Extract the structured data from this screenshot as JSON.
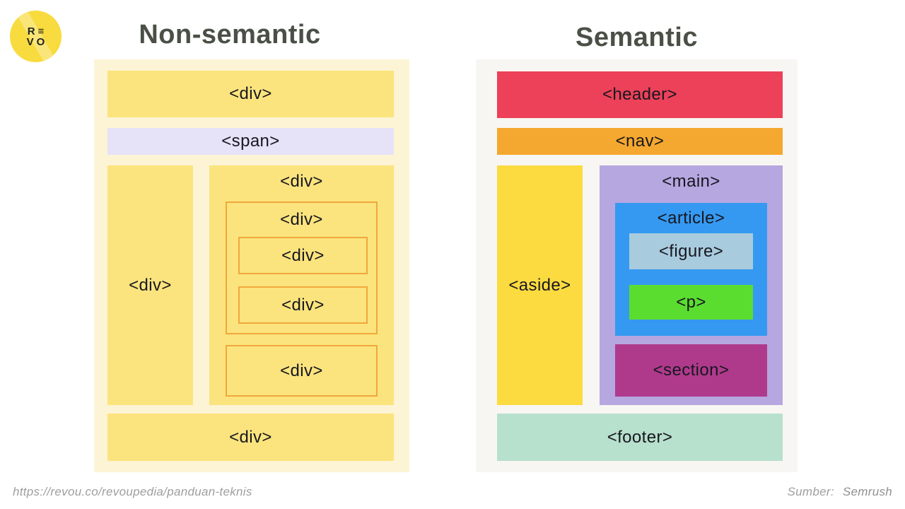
{
  "logo": {
    "row1": "R≡",
    "row2": "VO"
  },
  "titles": {
    "non_semantic": "Non-semantic",
    "semantic": "Semantic"
  },
  "tags": {
    "div": "<div>",
    "span": "<span>",
    "header": "<header>",
    "nav": "<nav>",
    "aside": "<aside>",
    "main": "<main>",
    "article": "<article>",
    "figure": "<figure>",
    "p": "<p>",
    "section": "<section>",
    "footer": "<footer>"
  },
  "colors": {
    "ns_panel_bg": "#FCF4D4",
    "ns_box_yellow": "#FBE47E",
    "ns_span_lavender": "#E6E2F8",
    "ns_outline_orange": "#F1A73C",
    "s_panel_bg": "#F8F6F3",
    "header_red": "#EC4159",
    "nav_orange": "#F5A82F",
    "aside_yellow": "#FBDB40",
    "main_purple": "#B6A7E0",
    "article_blue": "#3599F1",
    "figure_lightblue": "#A9CBDE",
    "p_green": "#5BDD30",
    "section_magenta": "#AF3A8C",
    "footer_mint": "#B7E0CD",
    "title_text": "#4A5046",
    "tag_text": "#17171F",
    "logo_yellow": "#F8DB3E"
  },
  "captions": {
    "url": "https://revou.co/revoupedia/panduan-teknis",
    "source_label": "Sumber:",
    "source_value": "Semrush"
  }
}
